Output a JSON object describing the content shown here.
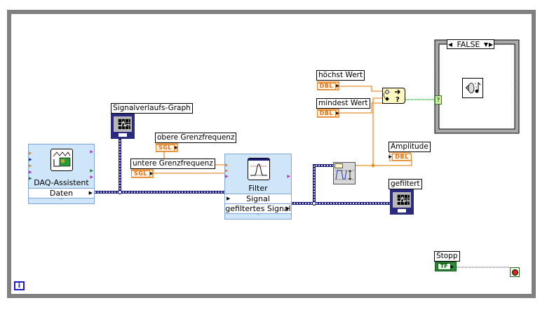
{
  "diagram": {
    "type": "LabVIEW block diagram",
    "loop": {
      "kind": "while-loop",
      "info_terminal": "i",
      "stop_terminal": "stop"
    },
    "express_vis": [
      {
        "id": "daq",
        "title": "DAQ-Assistent",
        "outputs": [
          "Daten"
        ]
      },
      {
        "id": "filter",
        "title": "Filter",
        "inputs": [
          "Signal"
        ],
        "outputs": [
          "gefiltertes Signal"
        ]
      }
    ],
    "indicators": [
      {
        "id": "graph1",
        "label": "Signalverlaufs-Graph",
        "type": "waveform-graph"
      },
      {
        "id": "graph2",
        "label": "gefiltert",
        "type": "waveform-graph"
      },
      {
        "id": "amplitude",
        "label": "Amplitude",
        "type": "DBL"
      }
    ],
    "controls": [
      {
        "id": "upper",
        "label": "obere Grenzfrequenz",
        "type": "SGL"
      },
      {
        "id": "lower",
        "label": "untere Grenzfrequenz",
        "type": "SGL"
      },
      {
        "id": "max",
        "label": "höchst Wert",
        "type": "DBL"
      },
      {
        "id": "min",
        "label": "mindest Wert",
        "type": "DBL"
      },
      {
        "id": "stop",
        "label": "Stopp",
        "type": "TF"
      }
    ],
    "functions": [
      {
        "id": "amp-measure",
        "name": "Amplitude and Levels"
      },
      {
        "id": "in-range",
        "name": "In Range and Coerce",
        "symbol": "?"
      }
    ],
    "case_structure": {
      "selector_value": "FALSE",
      "selector_terminal": "?",
      "contents": "beep-sound"
    },
    "colors": {
      "loop_border": "#808080",
      "waveform_wire": "#1c1c78",
      "numeric_wire": "#e8902c",
      "boolean_wire": "#006400",
      "express_bg": "#cfe5f8"
    }
  }
}
